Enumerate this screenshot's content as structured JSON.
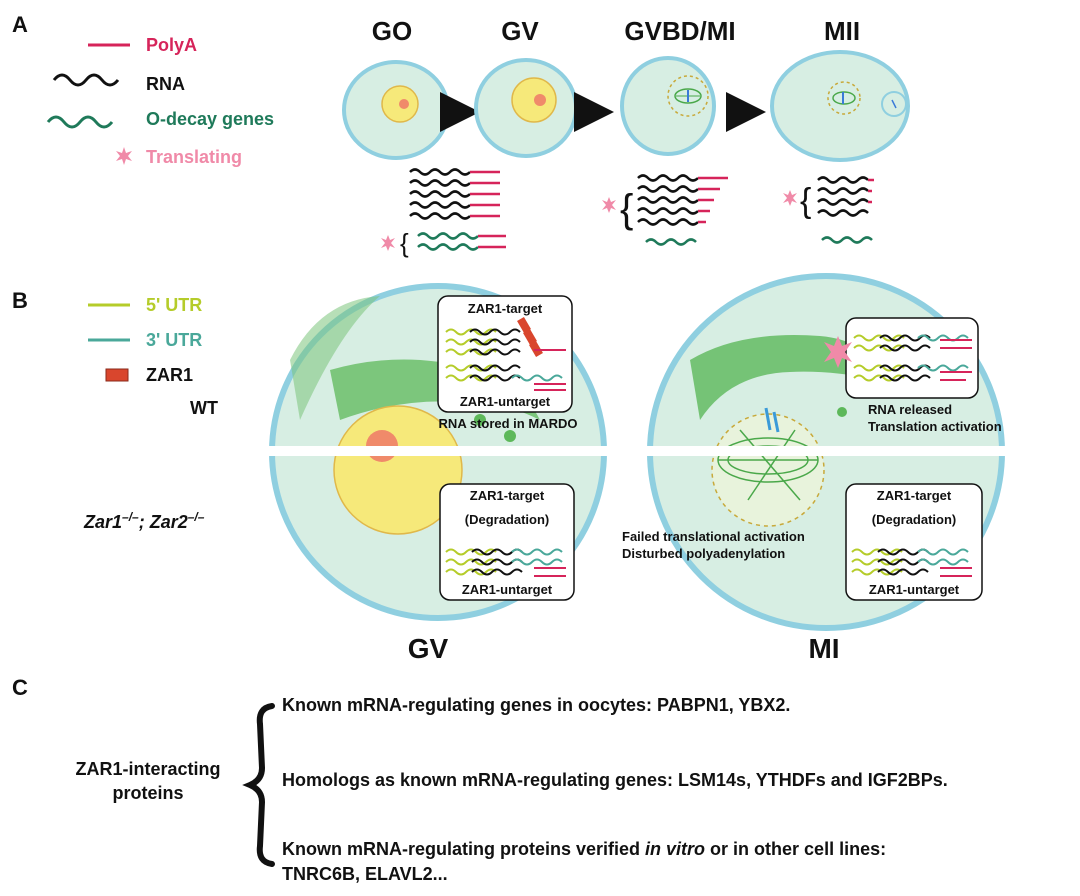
{
  "panels": {
    "a": "A",
    "b": "B",
    "c": "C"
  },
  "legend_a": {
    "polya": "PolyA",
    "rna": "RNA",
    "odecay": "O-decay genes",
    "translating": "Translating"
  },
  "stages": {
    "go": "GO",
    "gv": "GV",
    "gvbd": "GVBD/MI",
    "mii": "MII"
  },
  "legend_b": {
    "utr5": "5' UTR",
    "utr3": "3' UTR",
    "zar1": "ZAR1",
    "wt": "WT",
    "mutant": "Zar1",
    "mutant_sup1": "–/–",
    "mutant_mid": "; Zar2",
    "mutant_sup2": "–/–"
  },
  "boxes": {
    "target": "ZAR1-target",
    "untarget": "ZAR1-untarget",
    "degradation": "(Degradation)"
  },
  "notes": {
    "stored": "RNA stored in MARDO",
    "released": "RNA released",
    "activation": "Translation activation",
    "failed": "Failed translational activation",
    "disturbed": "Disturbed polyadenylation"
  },
  "bottom_labels": {
    "gv": "GV",
    "mi": "MI"
  },
  "panel_c": {
    "root": "ZAR1-interacting",
    "root2": "proteins",
    "item1": "Known mRNA-regulating genes in oocytes: PABPN1, YBX2.",
    "item2": "Homologs as known mRNA-regulating genes: LSM14s, YTHDFs and IGF2BPs.",
    "item3_pre": "Known mRNA-regulating proteins verified ",
    "item3_em": "in vitro",
    "item3_post": " or in other cell lines:",
    "item3_line2": "TNRC6B, ELAVL2..."
  },
  "colors": {
    "polya": "#d6245a",
    "rna": "#111111",
    "odecay": "#1f7a5a",
    "translating": "#f08aa8",
    "utr5": "#b5cc2a",
    "utr3": "#4aa89a",
    "zar1": "#d9462d",
    "cell_fill": "#d7eee3",
    "cell_ring": "#8fcfe0",
    "gv_yellow": "#f6e97a",
    "nucleolus": "#f08a6a"
  }
}
